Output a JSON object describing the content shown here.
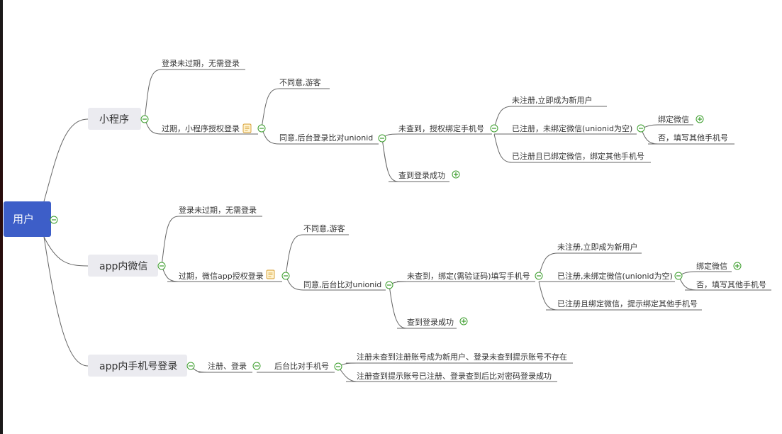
{
  "root": {
    "label": "用户"
  },
  "branches": {
    "mini": {
      "label": "小程序",
      "not_expired": "登录未过期，无需登录",
      "expired": "过期，小程序授权登录",
      "disagree": "不同意,游客",
      "agree": "同意,后台登录比对unionid",
      "not_found": "未查到，授权绑定手机号",
      "unregistered": "未注册,立即成为新用户",
      "reg_no_wechat": "已注册，未绑定微信(unionid为空)",
      "bind_wechat": "绑定微信",
      "other_phone": "否，填写其他手机号",
      "reg_bound": "已注册且已绑定微信，绑定其他手机号",
      "found": "查到登录成功"
    },
    "appwx": {
      "label": "app内微信",
      "not_expired": "登录未过期，无需登录",
      "expired": "过期，微信app授权登录",
      "disagree": "不同意,游客",
      "agree": "同意,后台比对unionid",
      "not_found": "未查到，绑定(需验证码)填写手机号",
      "unregistered": "未注册,立即成为新用户",
      "reg_no_wechat": "已注册,未绑定微信(unionid为空)",
      "bind_wechat": "绑定微信",
      "other_phone": "否，填写其他手机号",
      "reg_bound": "已注册且绑定微信，提示绑定其他手机号",
      "found": "查到登录成功"
    },
    "appphone": {
      "label": "app内手机号登录",
      "register_login": "注册、登录",
      "compare_phone": "后台比对手机号",
      "result_1": "注册未查到注册账号成为新用户、登录未查到提示账号不存在",
      "result_2": "注册查到提示账号已注册、登录查到后比对密码登录成功"
    }
  },
  "colors": {
    "root": "#3d5ec8",
    "topic": "#ebebf0",
    "toggle": "#3a9d2a",
    "line": "#666666"
  },
  "icons": {
    "collapse": "minus-circle-icon",
    "expand": "plus-circle-icon",
    "note": "note-icon"
  }
}
